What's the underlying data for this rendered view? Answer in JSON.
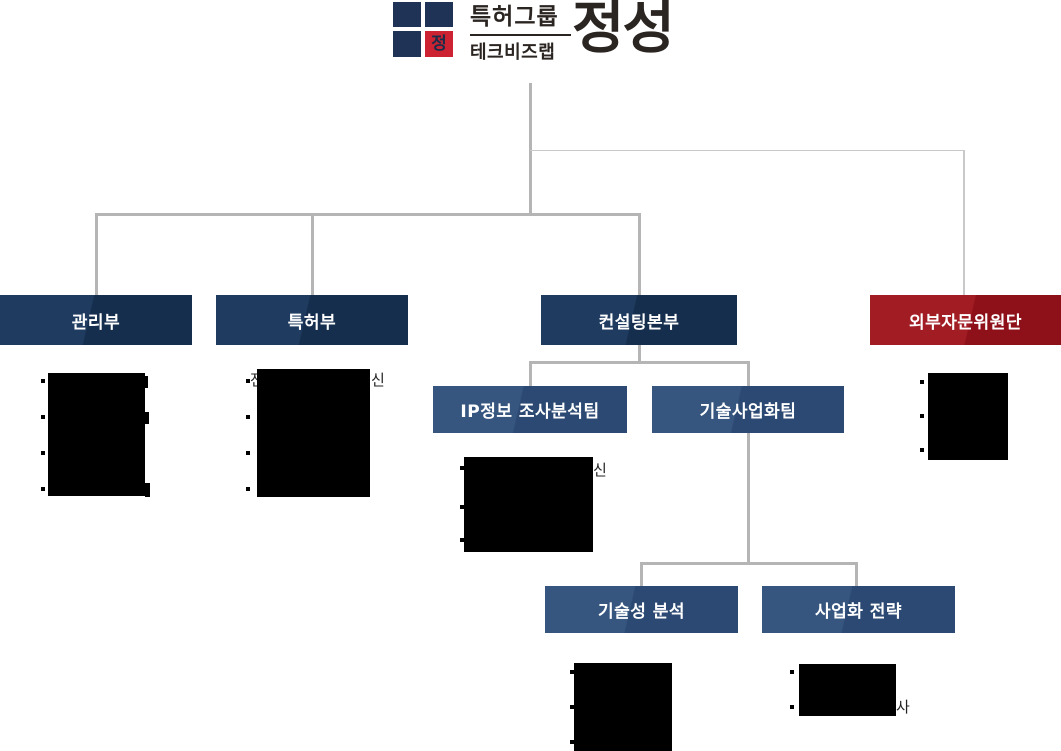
{
  "logo": {
    "mark_glyph": "정",
    "group_line1": "특허그룹",
    "group_line2": "테크비즈랩",
    "brand": "정성"
  },
  "boxes": {
    "management": "관리부",
    "patent": "특허부",
    "consulting": "컨설팅본부",
    "advisory": "외부자문위원단",
    "ip_team": "IP정보 조사분석팀",
    "biz_team": "기술사업화팀",
    "tech_analysis": "기술성 분석",
    "biz_strategy": "사업화 전략"
  },
  "notes": {
    "management": {
      "bullet_count": 4,
      "redacted": true
    },
    "patent": {
      "bullet_count": 4,
      "redacted": true,
      "line1_start": "전",
      "line1_end": "신"
    },
    "ip_team": {
      "bullet_count": 3,
      "redacted": true,
      "line1_end": "신"
    },
    "advisory": {
      "bullet_count": 3,
      "redacted": true
    },
    "tech_analysis": {
      "bullet_count": 3,
      "redacted": true
    },
    "biz_strategy": {
      "bullet_count": 2,
      "redacted": true,
      "line2_end": "사"
    }
  },
  "colors": {
    "navy_dark": "#152e4e",
    "navy_light": "#1f3c60",
    "blue_dark": "#2b4972",
    "blue_light": "#36557f",
    "red_dark": "#8e1119",
    "red_light": "#a21c24",
    "connector_gray": "#b5b5b5",
    "connector_light_gray": "#c9c9c9",
    "logo_navy": "#1e3355",
    "logo_red": "#cc2231",
    "logo_text": "#2b2522"
  }
}
